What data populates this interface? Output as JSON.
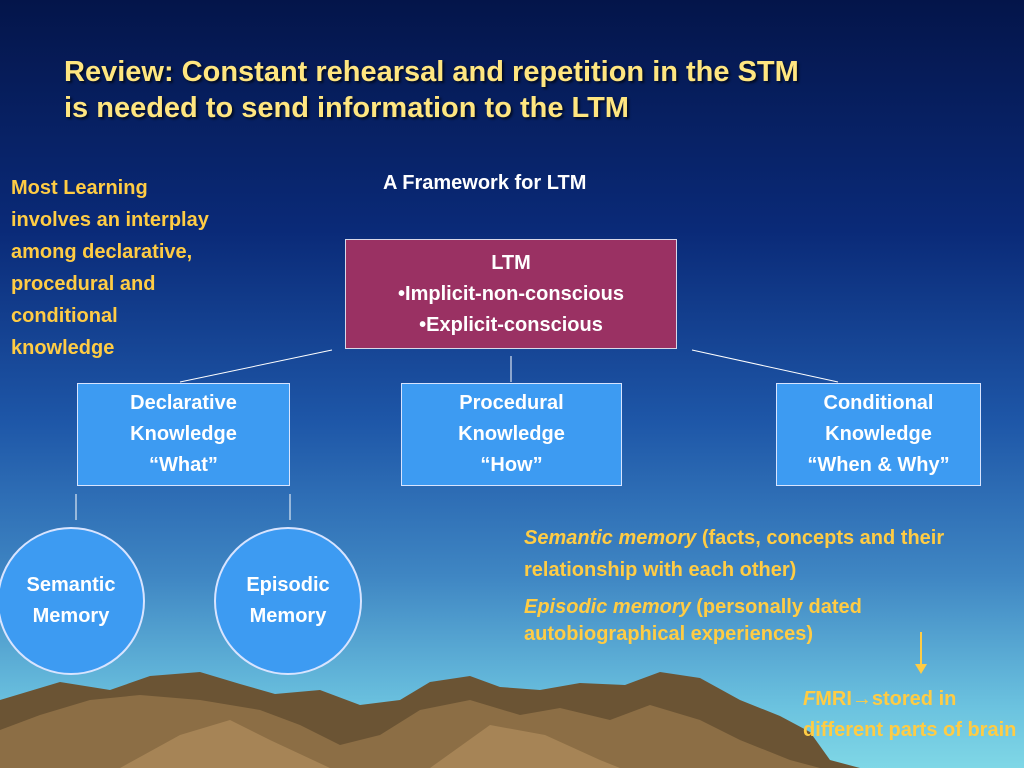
{
  "title": {
    "line1": "Review:  Constant rehearsal and repetition in the STM",
    "line2": "is needed to send information to the LTM"
  },
  "side_note": {
    "lines": [
      "Most Learning",
      "involves an interplay",
      "among declarative,",
      "procedural and",
      "conditional",
      "knowledge"
    ]
  },
  "framework_title": "A Framework for LTM",
  "ltm": {
    "heading": "LTM",
    "item1": "•Implicit-non-conscious",
    "item2": "•Explicit-conscious"
  },
  "knowledge": {
    "declarative": {
      "line1": "Declarative",
      "line2": "Knowledge",
      "line3": "“What”"
    },
    "procedural": {
      "line1": "Procedural",
      "line2": "Knowledge",
      "line3": "“How”"
    },
    "conditional": {
      "line1": "Conditional",
      "line2": "Knowledge",
      "line3": "“When & Why”"
    }
  },
  "memory": {
    "semantic": {
      "line1": "Semantic",
      "line2": "Memory"
    },
    "episodic": {
      "line1": "Episodic",
      "line2": "Memory"
    }
  },
  "descriptions": {
    "semantic_term": "Semantic memory",
    "semantic_rest": " (facts, concepts and their relationship with each other)",
    "episodic_term": "Episodic memory",
    "episodic_rest": " (personally dated autobiographical experiences)"
  },
  "fmri": {
    "f": "F",
    "mri": "MRI",
    "arrow": "→",
    "rest": "stored in different parts of brain"
  },
  "colors": {
    "title": "#ffe680",
    "accent_text": "#ffcc44",
    "ltm_box": "#9a3163",
    "knowledge_box": "#3d9bf2"
  }
}
